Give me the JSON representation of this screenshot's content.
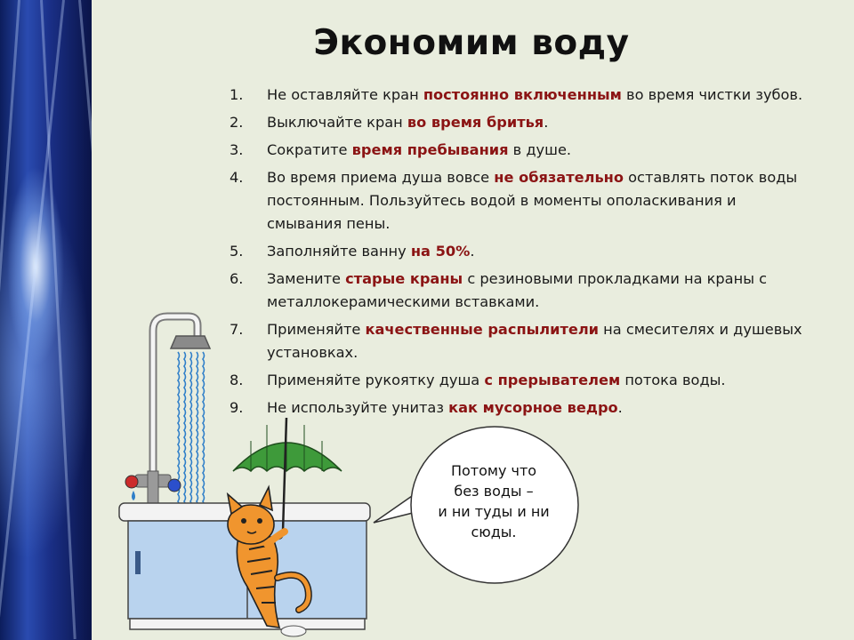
{
  "title": "Экономим воду",
  "items": [
    {
      "num": "1.",
      "parts": [
        {
          "t": "Не оставляйте кран "
        },
        {
          "t": "постоянно включенным",
          "hl": true
        },
        {
          "t": " во время чистки зубов."
        }
      ]
    },
    {
      "num": "2.",
      "parts": [
        {
          "t": "Выключайте кран "
        },
        {
          "t": "во время бритья",
          "hl": true
        },
        {
          "t": "."
        }
      ]
    },
    {
      "num": "3.",
      "parts": [
        {
          "t": "Сократите "
        },
        {
          "t": "время пребывания",
          "hl": true
        },
        {
          "t": " в душе."
        }
      ]
    },
    {
      "num": "4.",
      "parts": [
        {
          "t": "Во время приема душа вовсе "
        },
        {
          "t": "не обязательно",
          "hl": true
        },
        {
          "t": " оставлять поток воды постоянным. Пользуйтесь водой в моменты ополаскивания и смывания пены."
        }
      ]
    },
    {
      "num": "5.",
      "parts": [
        {
          "t": "Заполняйте ванну "
        },
        {
          "t": "на 50%",
          "hl": true
        },
        {
          "t": "."
        }
      ]
    },
    {
      "num": "6.",
      "parts": [
        {
          "t": "Замените "
        },
        {
          "t": "старые краны",
          "hl": true
        },
        {
          "t": " с резиновыми прокладками на краны с металлокерамическими вставками."
        }
      ]
    },
    {
      "num": "7.",
      "parts": [
        {
          "t": "Применяйте "
        },
        {
          "t": "качественные распылители",
          "hl": true
        },
        {
          "t": " на смесителях и душевых установках."
        }
      ]
    },
    {
      "num": "8.",
      "parts": [
        {
          "t": "Применяйте рукоятку душа "
        },
        {
          "t": "с прерывателем",
          "hl": true
        },
        {
          "t": " потока воды."
        }
      ]
    },
    {
      "num": "9.",
      "parts": [
        {
          "t": "Не используйте унитаз "
        },
        {
          "t": "как мусорное ведро",
          "hl": true
        },
        {
          "t": "."
        }
      ]
    }
  ],
  "bubble": {
    "lines": [
      "Потому что",
      "без воды –",
      "и ни туды и ни",
      "сюды."
    ]
  },
  "colors": {
    "background": "#e9edde",
    "highlight": "#8b1414",
    "sidebar": "#1a2f86",
    "bathtub": "#b9d3ee",
    "cat": "#f0952e",
    "umbrella": "#3e9a3a"
  },
  "icons": [
    "shower-icon",
    "bathtub-icon",
    "cat-icon",
    "umbrella-icon",
    "speech-bubble-icon"
  ]
}
